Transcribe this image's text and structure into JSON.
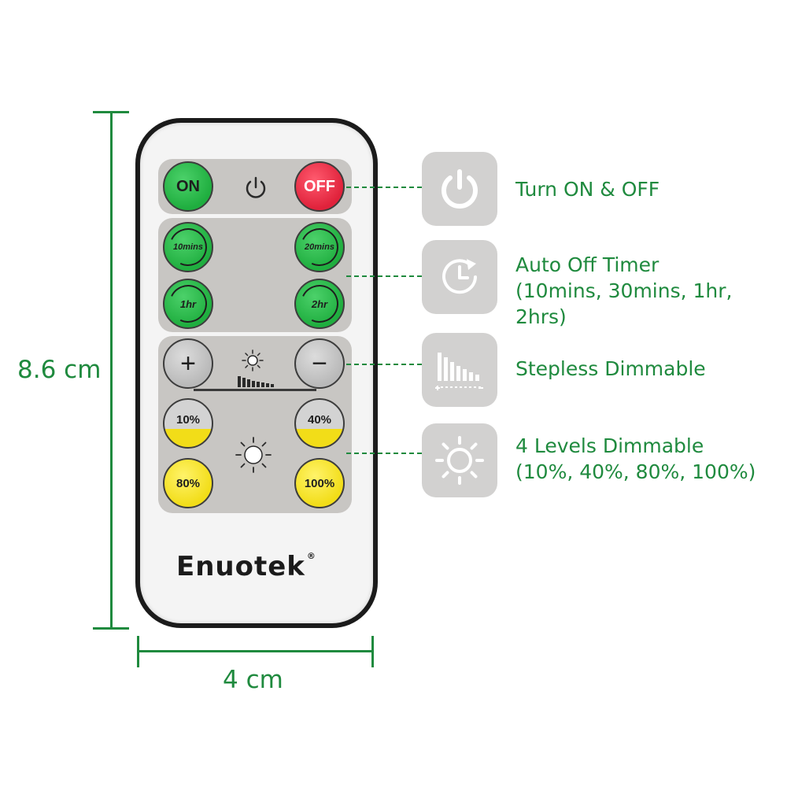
{
  "dimensions": {
    "height_label": "8.6 cm",
    "width_label": "4 cm"
  },
  "remote": {
    "buttons": {
      "on": "ON",
      "off": "OFF",
      "timer_10": "10mins",
      "timer_20": "20mins",
      "timer_1h": "1hr",
      "timer_2h": "2hr",
      "plus": "+",
      "minus": "−",
      "level_10": "10%",
      "level_40": "40%",
      "level_80": "80%",
      "level_100": "100%"
    },
    "brand": "Enuotek",
    "brand_mark": "®"
  },
  "features": [
    {
      "icon": "power-icon",
      "lines": [
        "Turn ON & OFF"
      ]
    },
    {
      "icon": "timer-icon",
      "lines": [
        "Auto Off Timer",
        "(10mins, 30mins, 1hr, 2hrs)"
      ]
    },
    {
      "icon": "stepless-dimming-icon",
      "lines": [
        "Stepless Dimmable"
      ]
    },
    {
      "icon": "brightness-icon",
      "lines": [
        "4 Levels Dimmable",
        "(10%, 40%, 80%, 100%)"
      ]
    }
  ],
  "colors": {
    "accent_green": "#1f8a3e",
    "button_green": "#1fae3f",
    "button_red": "#e0223b",
    "button_yellow": "#f2dd18",
    "icon_tile": "#d2d1d0"
  }
}
